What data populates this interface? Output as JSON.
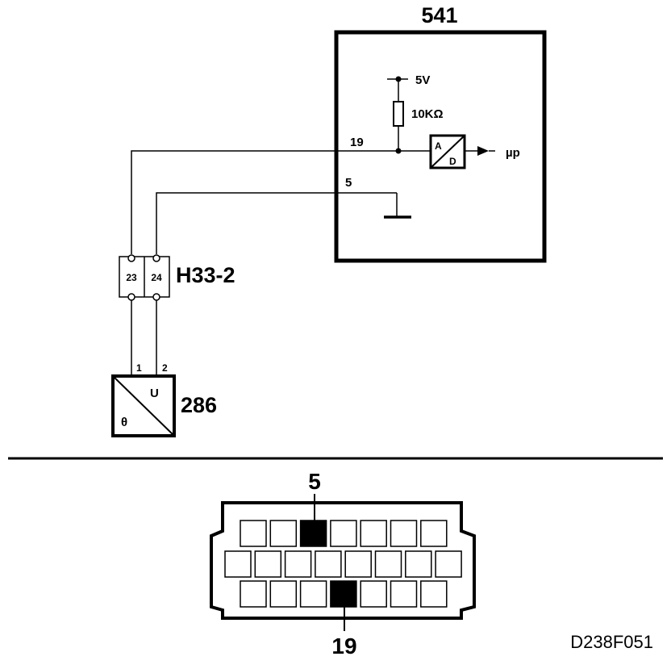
{
  "ecu": {
    "id": "541",
    "supply": "5V",
    "resistor": "10KΩ",
    "pin_signal": "19",
    "pin_ground": "5",
    "adc_top": "A",
    "adc_bottom": "D",
    "output": "µp"
  },
  "connector": {
    "id": "H33-2",
    "pin_left": "23",
    "pin_right": "24"
  },
  "sensor": {
    "id": "286",
    "pin_1": "1",
    "pin_2": "2",
    "symbol_top": "U",
    "symbol_bottom": "θ"
  },
  "plug": {
    "pin_top_label": "5",
    "pin_bottom_label": "19",
    "rows": [
      7,
      8,
      7
    ],
    "highlighted": [
      {
        "row": 0,
        "index": 2
      },
      {
        "row": 2,
        "index": 3
      }
    ]
  },
  "reference": "D238F051"
}
